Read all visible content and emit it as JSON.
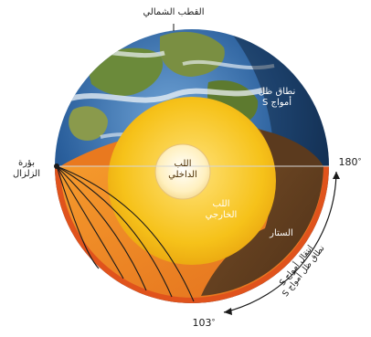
{
  "labels": {
    "north_pole": "القطب الشمالي",
    "s_shadow_zone_line1": "نطاق ظل",
    "s_shadow_zone_line2": "أمواج S",
    "focus_line1": "بؤرة",
    "focus_line2": "الزلزال",
    "inner_core_line1": "اللب",
    "inner_core_line2": "الداخلي",
    "outer_core_line1": "اللب",
    "outer_core_line2": "الخارجي",
    "mantle": "الستار",
    "s_wave_arc_line1": "انتقال أمواج S",
    "s_wave_arc_line2": "نطاق ظل أمواج S",
    "angle_180": "180",
    "angle_103": "103",
    "degree_mark": "°"
  },
  "colors": {
    "crust_cut": "#e0531c",
    "mantle_cut": "#f08424",
    "shadow_mantle": "#6b4523",
    "outer_core": "#f6c21a",
    "inner_core": "#fff0bf",
    "ocean": "#2a5f9c",
    "land": "#5f7d35",
    "cloud": "#e9eef2"
  }
}
